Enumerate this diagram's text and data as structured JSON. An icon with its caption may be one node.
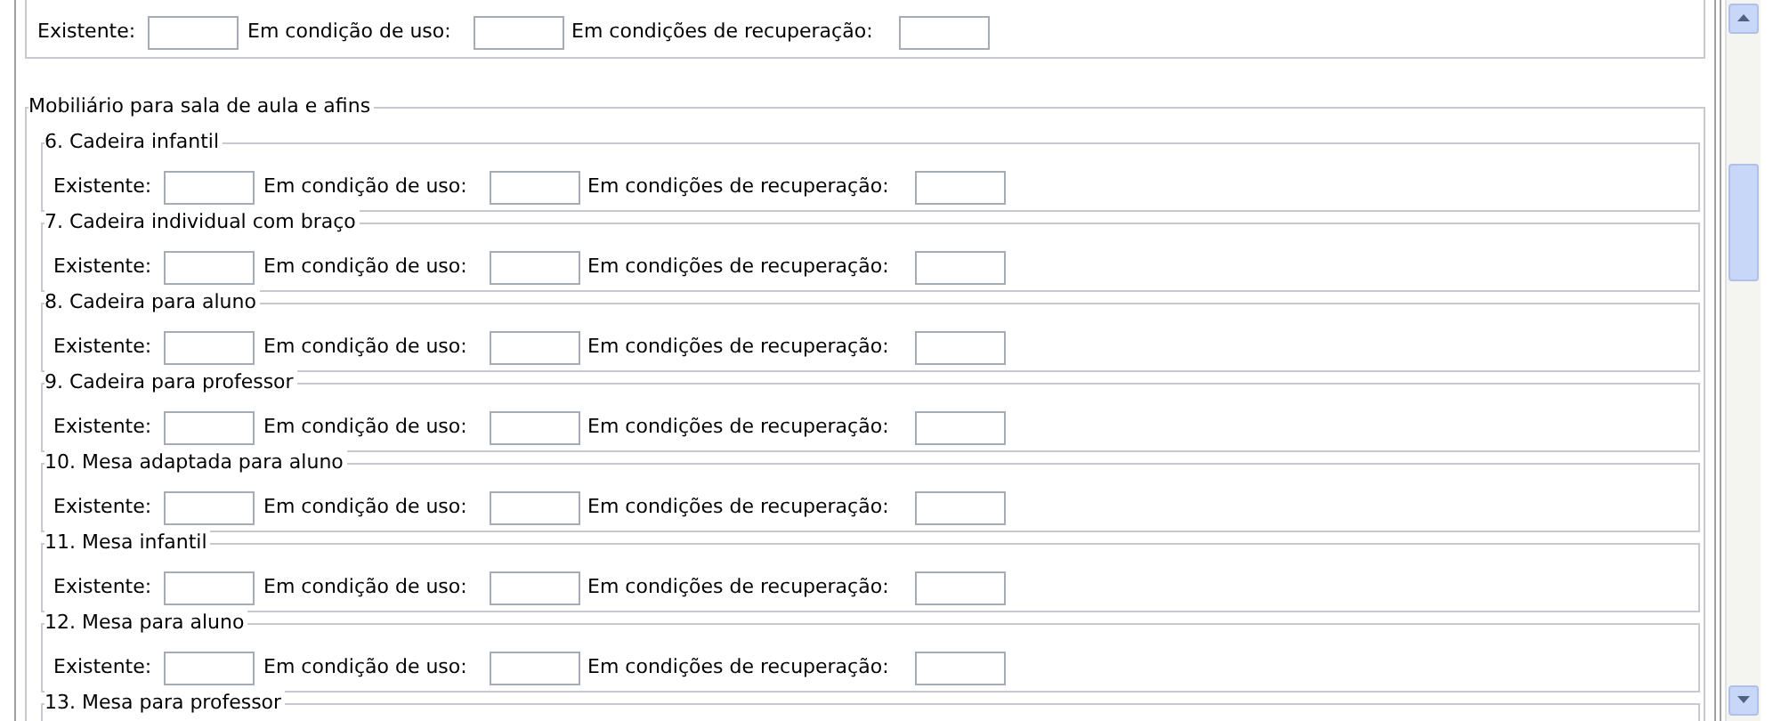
{
  "diagram": {
    "nodes": [
      {
        "text": [
          "Existente:",
          "Em condição de uso:",
          "Em condições de recuperação:"
        ]
      },
      {
        "text": [
          "Mobiliário para sala de aula e afins"
        ]
      },
      {
        "text": [
          "6. Cadeira infantil",
          "Existente:",
          "Em condição de uso:",
          "Em condições de recuperação:"
        ],
        "in": 1
      },
      {
        "text": [
          "7. Cadeira individual com braço",
          "Existente:",
          "Em condição de uso:",
          "Em condições de recuperação:"
        ],
        "in": 1
      },
      {
        "text": [
          "8. Cadeira para aluno",
          "Existente:",
          "Em condição de uso:",
          "Em condições de recuperação:"
        ],
        "in": 1
      },
      {
        "text": [
          "9. Cadeira para professor",
          "Existente:",
          "Em condição de uso:",
          "Em condições de recuperação:"
        ],
        "in": 1
      },
      {
        "text": [
          "10. Mesa adaptada para aluno",
          "Existente:",
          "Em condição de uso:",
          "Em condições de recuperação:"
        ],
        "in": 1
      },
      {
        "text": [
          "11. Mesa infantil",
          "Existente:",
          "Em condição de uso:",
          "Em condições de recuperação:"
        ],
        "in": 1
      },
      {
        "text": [
          "12. Mesa para aluno",
          "Existente:",
          "Em condição de uso:",
          "Em condições de recuperação:"
        ],
        "in": 1
      },
      {
        "text": [
          "13. Mesa para professor"
        ],
        "in": 1
      }
    ]
  }
}
